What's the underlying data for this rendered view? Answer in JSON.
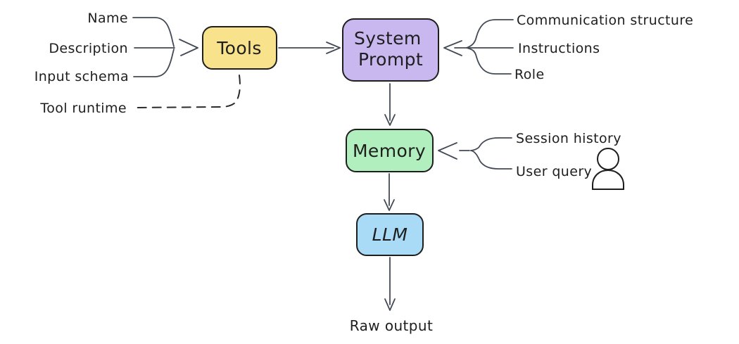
{
  "colors": {
    "background": "#ffffff",
    "tools_fill": "#f9e28c",
    "system_prompt_fill": "#c9b8f0",
    "memory_fill": "#b2efbe",
    "llm_fill": "#a9dbf6",
    "tool_runtime_text": "#e8590c",
    "connector_stroke": "#434a56",
    "box_border": "#1e1e1e"
  },
  "nodes": {
    "tools": {
      "label": "Tools"
    },
    "system_prompt": {
      "lines": [
        "System",
        "Prompt"
      ]
    },
    "memory": {
      "label": "Memory"
    },
    "llm": {
      "label": "LLM"
    }
  },
  "tools_inputs": {
    "items": [
      "Name",
      "Description",
      "Input schema"
    ]
  },
  "tool_runtime": {
    "label": "Tool runtime"
  },
  "system_prompt_inputs": {
    "items": [
      "Communication structure",
      "Instructions",
      "Role"
    ]
  },
  "memory_inputs": {
    "items": [
      "Session history",
      "User query"
    ]
  },
  "output": {
    "label": "Raw output"
  },
  "icons": {
    "user_query": "person-icon"
  }
}
